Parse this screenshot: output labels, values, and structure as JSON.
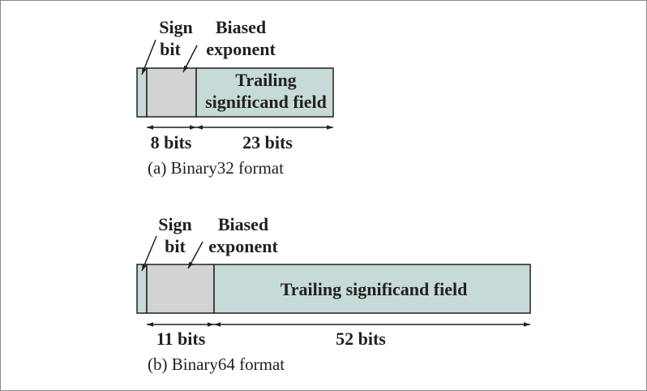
{
  "colors": {
    "sign_fill": "#c6dbd8",
    "exponent_fill": "#d2d3d5",
    "significand_fill": "#c6dbd8",
    "ink": "#231f20"
  },
  "diagram_a": {
    "sign_label_line1": "Sign",
    "sign_label_line2": "bit",
    "exponent_label_line1": "Biased",
    "exponent_label_line2": "exponent",
    "significand_line1": "Trailing",
    "significand_line2": "significand field",
    "exponent_width_label": "8 bits",
    "significand_width_label": "23 bits",
    "caption": "(a) Binary32 format"
  },
  "diagram_b": {
    "sign_label_line1": "Sign",
    "sign_label_line2": "bit",
    "exponent_label_line1": "Biased",
    "exponent_label_line2": "exponent",
    "significand_label": "Trailing significand field",
    "exponent_width_label": "11 bits",
    "significand_width_label": "52 bits",
    "caption": "(b) Binary64 format"
  }
}
